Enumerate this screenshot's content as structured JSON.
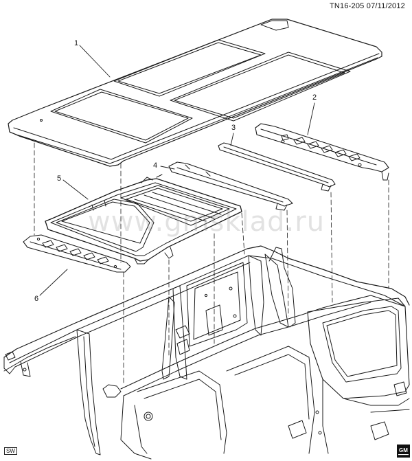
{
  "header": {
    "illustration_ref": "TN16-205",
    "date": "07/11/2012"
  },
  "callouts": [
    "1",
    "2",
    "3",
    "4",
    "5",
    "6"
  ],
  "view_code": "SW",
  "watermark": "www.gmsklad.ru",
  "brand_logo_text": "GM",
  "colors": {
    "line": "#1a1a1a",
    "background": "#ffffff",
    "watermark": "#b4b4b4"
  }
}
